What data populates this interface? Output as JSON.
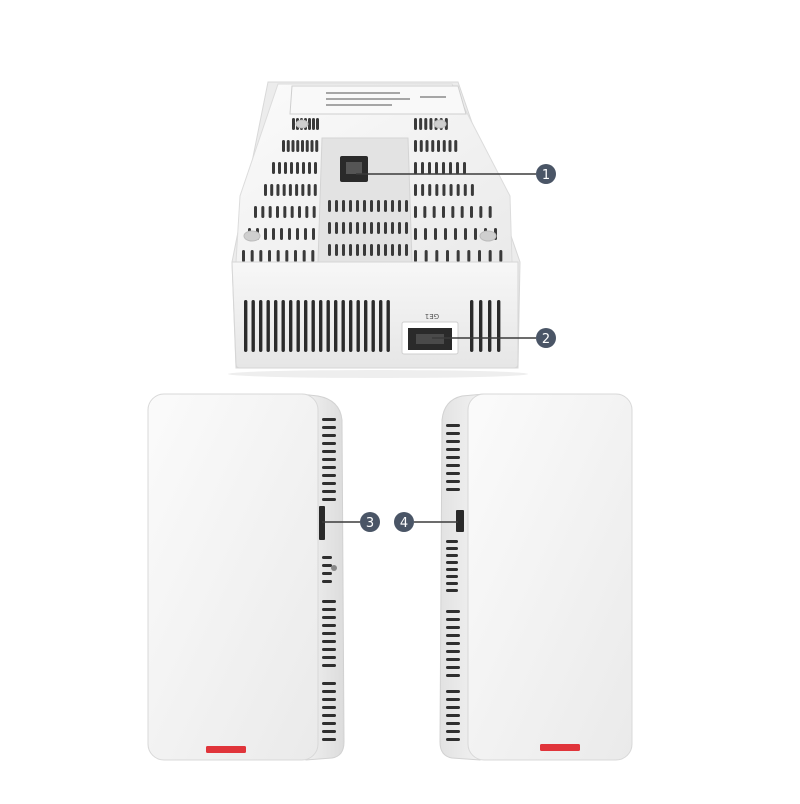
{
  "image": {
    "subject": "access-point-product-views",
    "views": [
      "bottom-view",
      "left-side-view",
      "right-side-view"
    ]
  },
  "callouts": [
    {
      "number": "1"
    },
    {
      "number": "2"
    },
    {
      "number": "3"
    },
    {
      "number": "4"
    }
  ],
  "device": {
    "port_label": "GE1"
  },
  "colors": {
    "body": "#f4f4f4",
    "shadow": "#d9d9d9",
    "vent": "#2b2b2b",
    "accent": "#e0343a",
    "callout": "#4a5566"
  }
}
